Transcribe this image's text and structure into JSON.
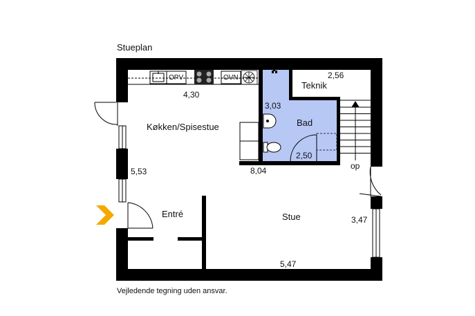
{
  "title": "Stueplan",
  "disclaimer": "Vejledende tegning uden ansvar.",
  "rooms": {
    "kitchen": "Køkken/Spisestue",
    "bath": "Bad",
    "technical": "Teknik",
    "entrance": "Entré",
    "living": "Stue"
  },
  "appliances": {
    "dishwasher": "OPV",
    "oven": "OVN"
  },
  "stairs_label": "op",
  "dimensions": {
    "kitchen_width": "4,30",
    "bath_top": "3,03",
    "technical_width": "2,56",
    "bath_width": "2,50",
    "total_length": "8,04",
    "left_height": "5,53",
    "right_height": "3,47",
    "bottom_width": "5,47"
  },
  "colors": {
    "wall": "#000000",
    "bathroom_fill": "#b7c8f5",
    "entrance_arrow": "#f5a800"
  }
}
